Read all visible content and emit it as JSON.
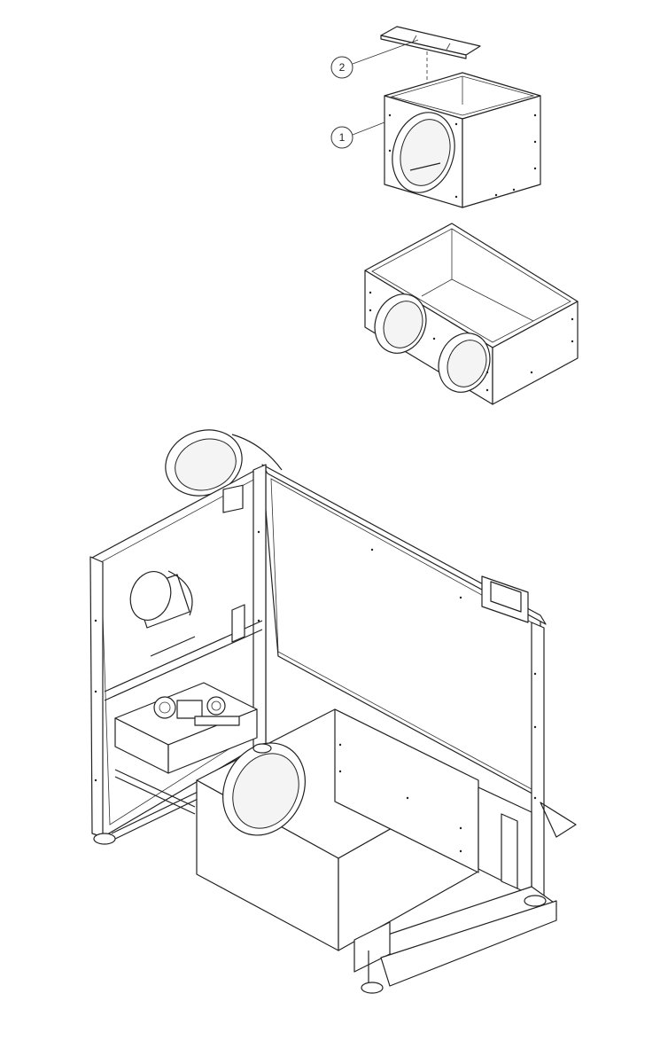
{
  "callouts": [
    {
      "id": "callout-2",
      "label": "2"
    },
    {
      "id": "callout-1",
      "label": "1"
    }
  ]
}
